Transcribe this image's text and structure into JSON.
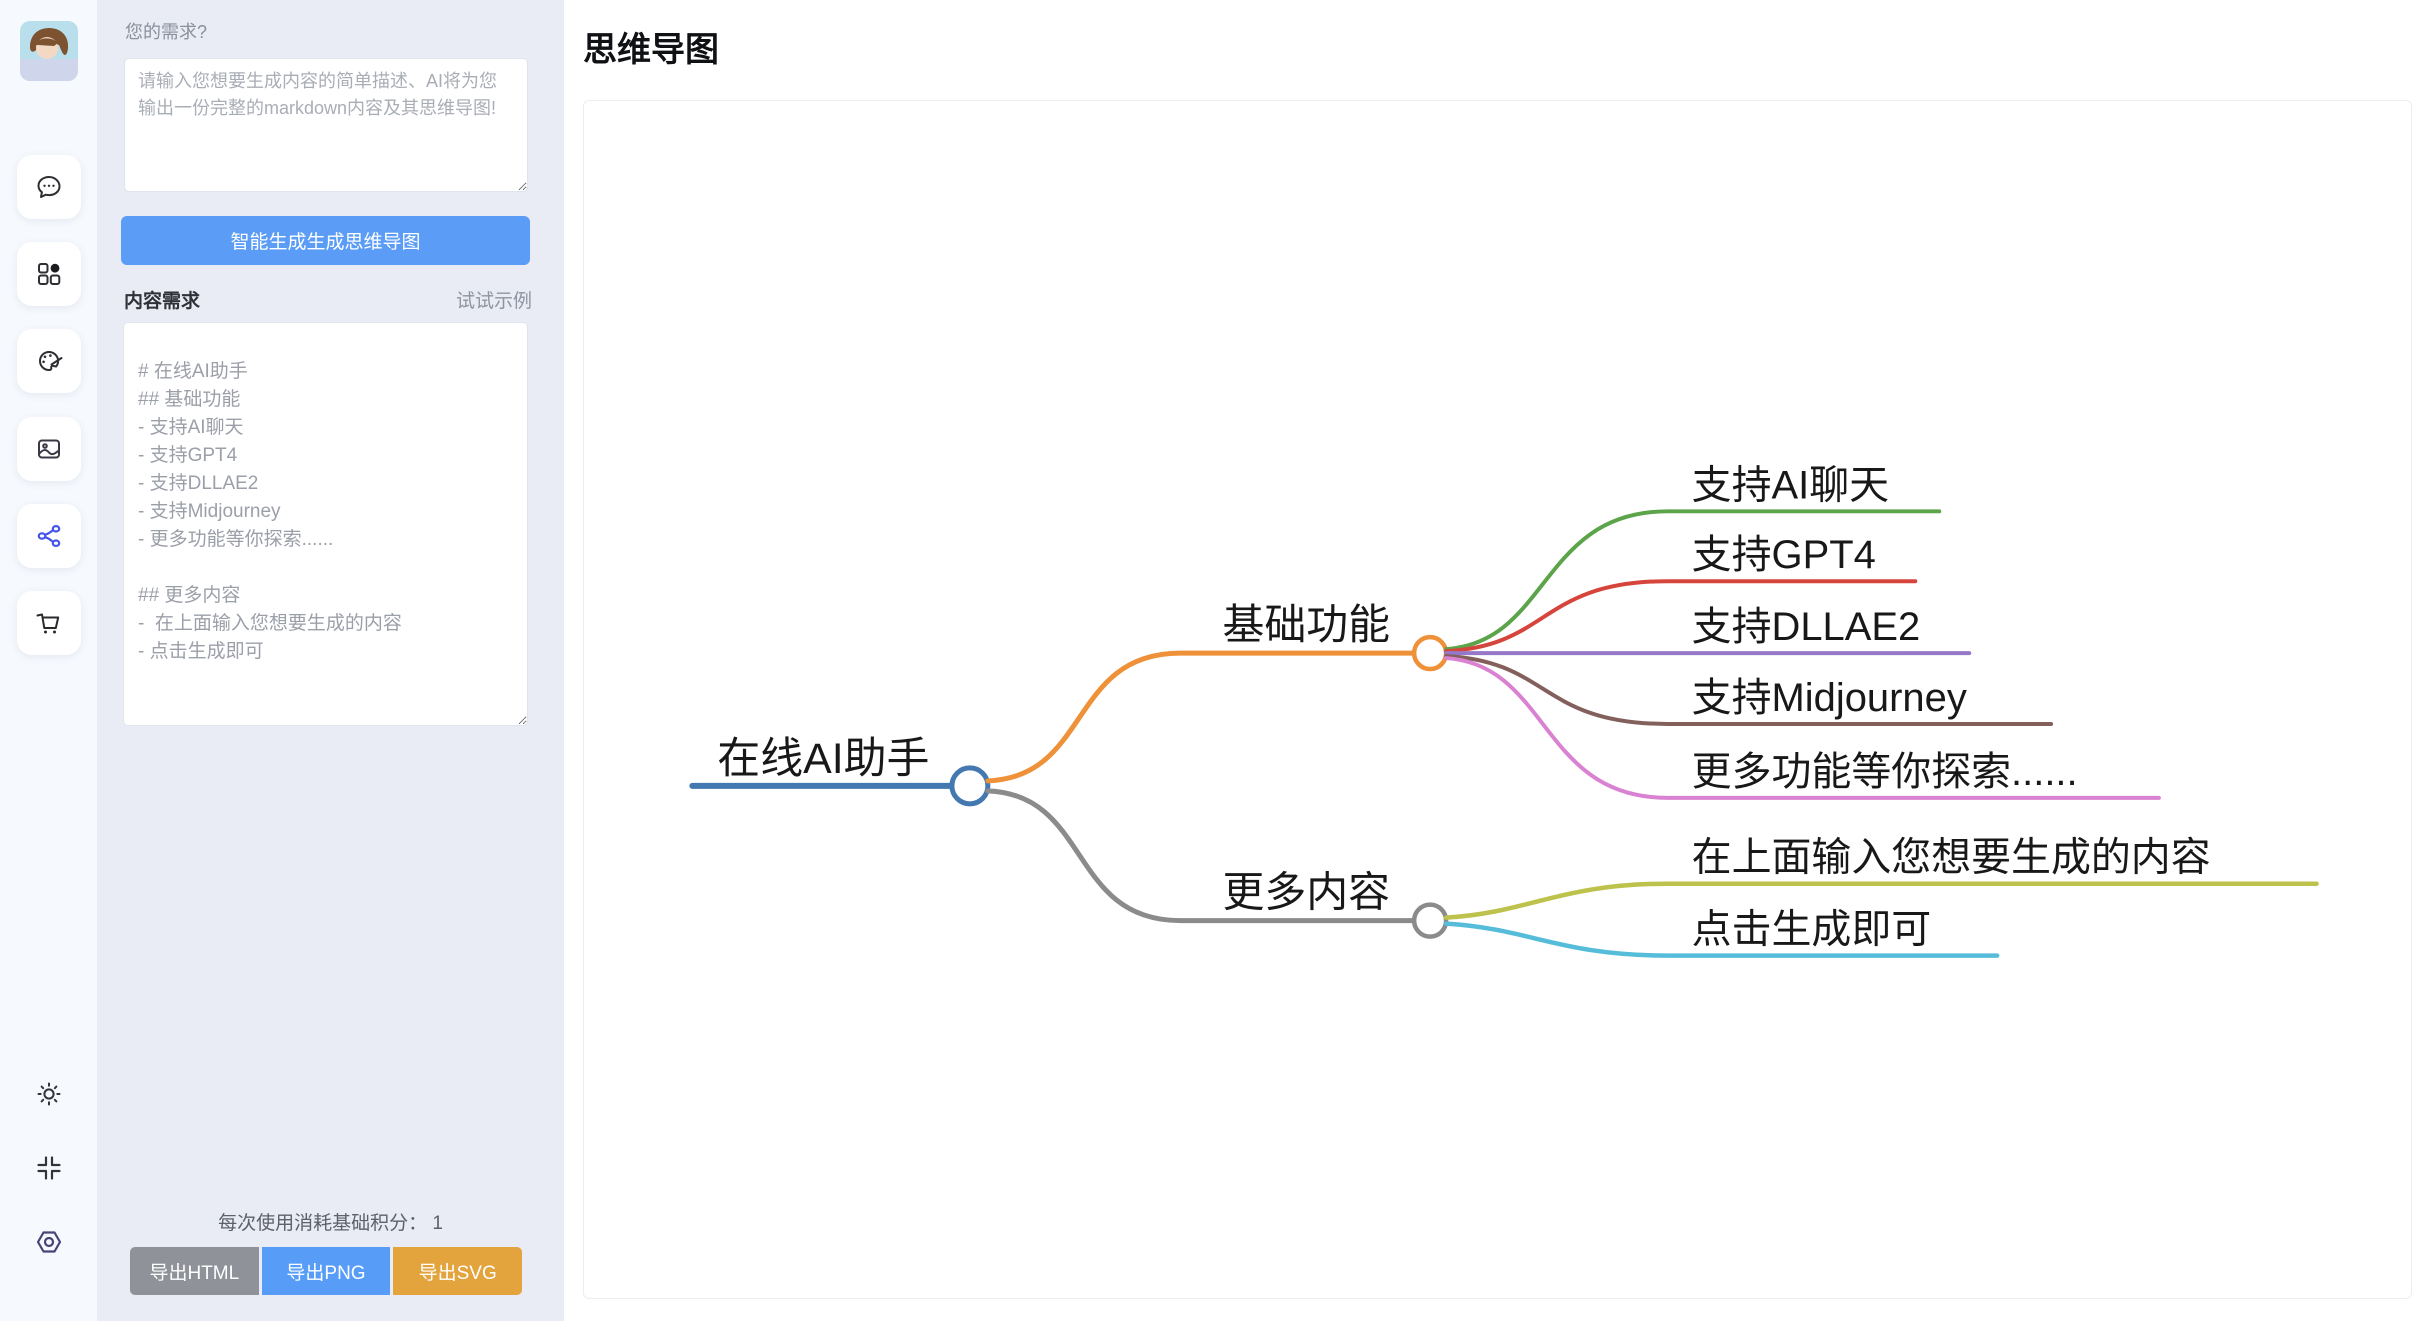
{
  "sidebar": {
    "icons": [
      "chat",
      "apps",
      "palette",
      "image",
      "mindmap",
      "cart",
      "theme",
      "collapse",
      "settings"
    ],
    "active_icon": "mindmap",
    "active_color": "#4353e8"
  },
  "panel": {
    "need_label": "您的需求?",
    "need_placeholder": "请输入您想要生成内容的简单描述、AI将为您输出一份完整的markdown内容及其思维导图!",
    "generate_button": "智能生成生成思维导图",
    "content_label": "内容需求",
    "example_link": "试试示例",
    "content_value": "\n# 在线AI助手\n## 基础功能\n- 支持AI聊天\n- 支持GPT4\n- 支持DLLAE2\n- 支持Midjourney\n- 更多功能等你探索......\n\n## 更多内容\n-  在上面输入您想要生成的内容\n- 点击生成即可",
    "points_note": "每次使用消耗基础积分： 1",
    "export_html": "导出HTML",
    "export_png": "导出PNG",
    "export_svg": "导出SVG"
  },
  "main": {
    "title": "思维导图"
  },
  "mindmap": {
    "root": {
      "label": "在线AI助手",
      "color": "#4478b0"
    },
    "branches": [
      {
        "label": "基础功能",
        "color": "#ee9138",
        "children": [
          {
            "label": "支持AI聊天",
            "color": "#5ca44a"
          },
          {
            "label": "支持GPT4",
            "color": "#d6453c"
          },
          {
            "label": "支持DLLAE2",
            "color": "#9678c8"
          },
          {
            "label": "支持Midjourney",
            "color": "#83605c"
          },
          {
            "label": "更多功能等你探索......",
            "color": "#da82d2"
          }
        ]
      },
      {
        "label": "更多内容",
        "color": "#8b8b8b",
        "children": [
          {
            "label": "在上面输入您想要生成的内容",
            "color": "#bcc24b"
          },
          {
            "label": "点击生成即可",
            "color": "#55bdd9"
          }
        ]
      }
    ]
  },
  "colors": {
    "primary_blue": "#5b9cf6",
    "export_gray": "#8f9399",
    "export_blue": "#579df8",
    "export_orange": "#e3a33d",
    "panel_bg": "#e9ecf4",
    "rail_bg": "#f6f9fd"
  }
}
